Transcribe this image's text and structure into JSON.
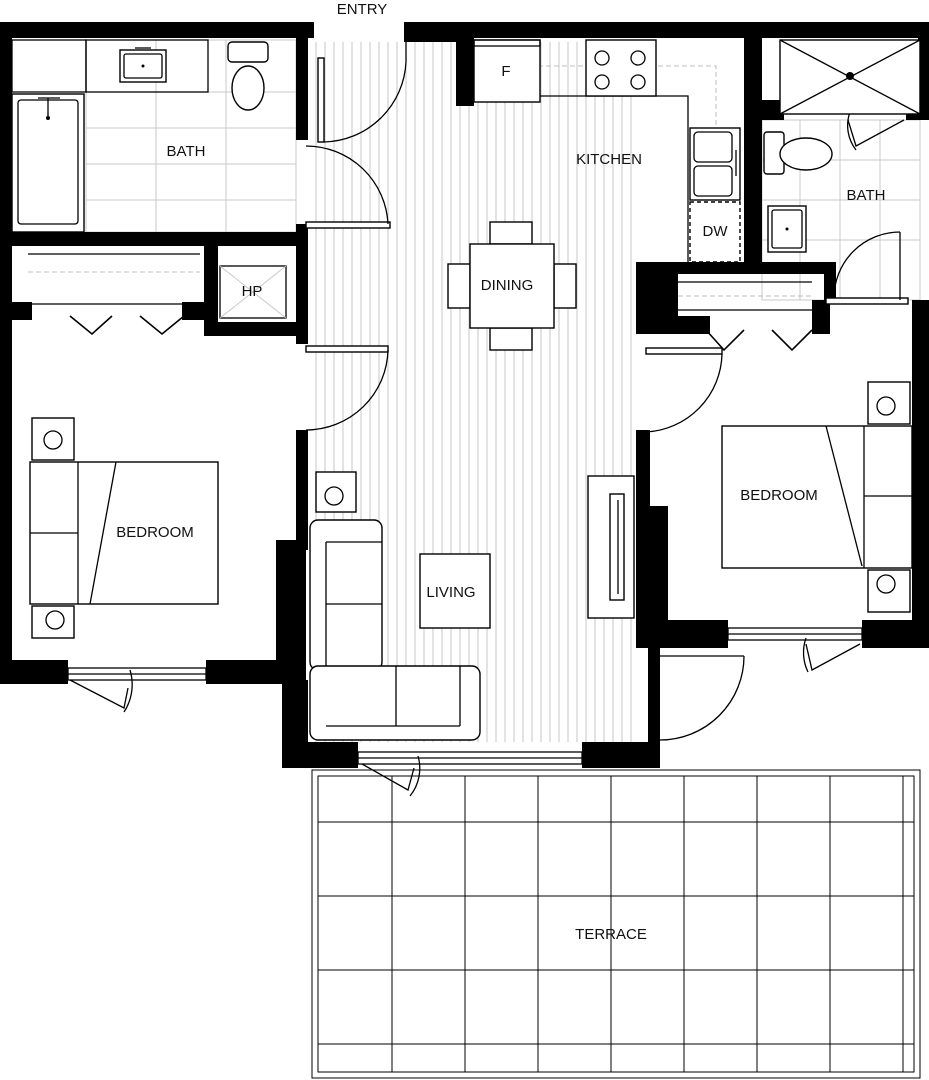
{
  "plan": {
    "entry_label": "ENTRY",
    "rooms": {
      "bath_left": "BATH",
      "heat_pump": "HP",
      "bedroom_left": "BEDROOM",
      "dining": "DINING",
      "kitchen": "KITCHEN",
      "fridge": "F",
      "dishwasher": "DW",
      "living": "LIVING",
      "bath_right": "BATH",
      "bedroom_right": "BEDROOM",
      "terrace": "TERRACE"
    }
  }
}
